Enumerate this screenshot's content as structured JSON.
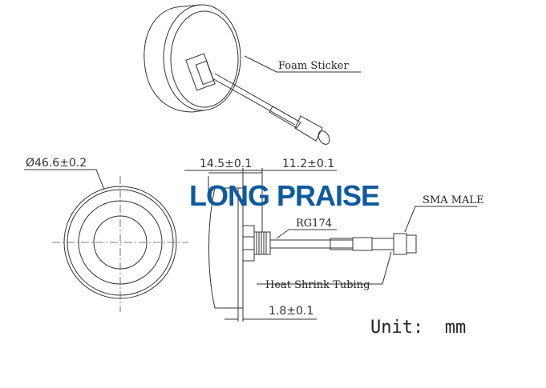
{
  "labels": {
    "foam_sticker": "Foam Sticker",
    "diameter": "Ø46.6±0.2",
    "dim_height": "14.5±0.1",
    "dim_thread": "11.2±0.1",
    "dim_plate": "1.8±0.1",
    "cable": "RG174",
    "connector": "SMA MALE",
    "tubing": "Heat Shrink Tubing",
    "unit": "Unit:  mm"
  },
  "watermark": "LONG PRAISE",
  "colors": {
    "watermark": "#0d5a9e",
    "line": "#333333"
  }
}
